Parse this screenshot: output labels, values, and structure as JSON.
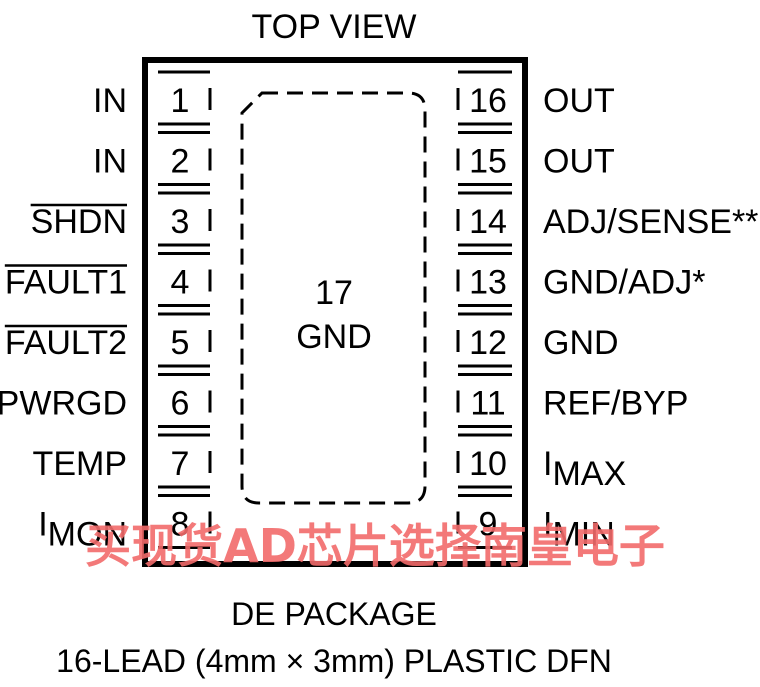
{
  "header": {
    "title": "TOP VIEW"
  },
  "package": {
    "exposed_pad": {
      "number": "17",
      "label": "GND"
    },
    "left_pins": [
      {
        "number": "1",
        "name": "IN",
        "overline": false
      },
      {
        "number": "2",
        "name": "IN",
        "overline": false
      },
      {
        "number": "3",
        "name": "SHDN",
        "overline": true
      },
      {
        "number": "4",
        "name": "FAULT1",
        "overline": true
      },
      {
        "number": "5",
        "name": "FAULT2",
        "overline": true
      },
      {
        "number": "6",
        "name": "PWRGD",
        "overline": false
      },
      {
        "number": "7",
        "name": "TEMP",
        "overline": false
      },
      {
        "number": "8",
        "name": "I",
        "sub": "MON",
        "overline": false
      }
    ],
    "right_pins": [
      {
        "number": "16",
        "name": "OUT"
      },
      {
        "number": "15",
        "name": "OUT"
      },
      {
        "number": "14",
        "name": "ADJ/SENSE**"
      },
      {
        "number": "13",
        "name": "GND/ADJ*"
      },
      {
        "number": "12",
        "name": "GND"
      },
      {
        "number": "11",
        "name": "REF/BYP"
      },
      {
        "number": "10",
        "name": "I",
        "sub": "MAX"
      },
      {
        "number": "9",
        "name": "I",
        "sub": "MIN"
      }
    ]
  },
  "caption": {
    "line1": "DE PACKAGE",
    "line2": "16-LEAD (4mm × 3mm) PLASTIC DFN"
  },
  "watermark": {
    "text": "买现货AD芯片选择南皇电子"
  },
  "colors": {
    "outline": "#000000",
    "watermark": "#f26b6b"
  }
}
